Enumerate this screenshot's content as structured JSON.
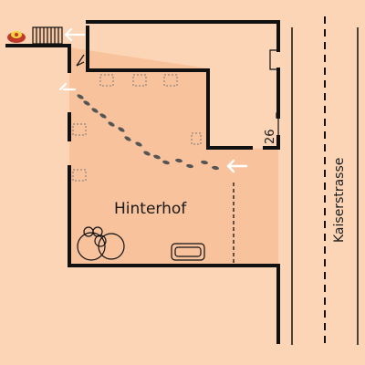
{
  "map": {
    "courtyard_label": "Hinterhof",
    "street_label": "Kaiserstrasse",
    "house_number": "26",
    "colors": {
      "background": "#fbd5b5",
      "courtyard_fill": "#f8c39c",
      "wall": "#111111",
      "arrow": "#ffffff",
      "footprint": "#555555",
      "logo": "#c0392b"
    },
    "icons": {
      "logo": "restaurant-logo-icon",
      "stairs": "stairs-icon",
      "entry_arrow": "left-arrow-icon",
      "exit_arrow": "left-arrow-icon",
      "door_swing": "door-swing-icon",
      "footprints": "footprints-icon",
      "planters": "planter-icon",
      "bicycles": "bicycle-icon",
      "bench": "bench-icon"
    }
  }
}
